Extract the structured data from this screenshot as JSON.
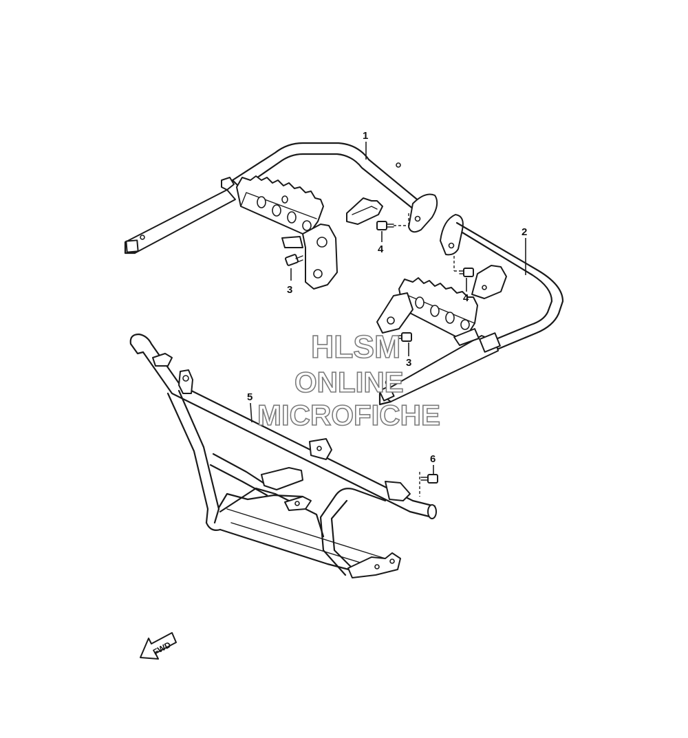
{
  "callouts": {
    "part1": "1",
    "part2": "2",
    "part3a": "3",
    "part3b": "3",
    "part4a": "4",
    "part4b": "4",
    "part5": "5",
    "part6": "6"
  },
  "watermark": {
    "line1": "HLSM",
    "line2": "ONLINE",
    "line3": "MICROFICHE"
  },
  "fwd_label": "FWD",
  "colors": {
    "line": "#1a1a1a",
    "watermark_outline": "#7a7a7a",
    "background": "#ffffff"
  }
}
